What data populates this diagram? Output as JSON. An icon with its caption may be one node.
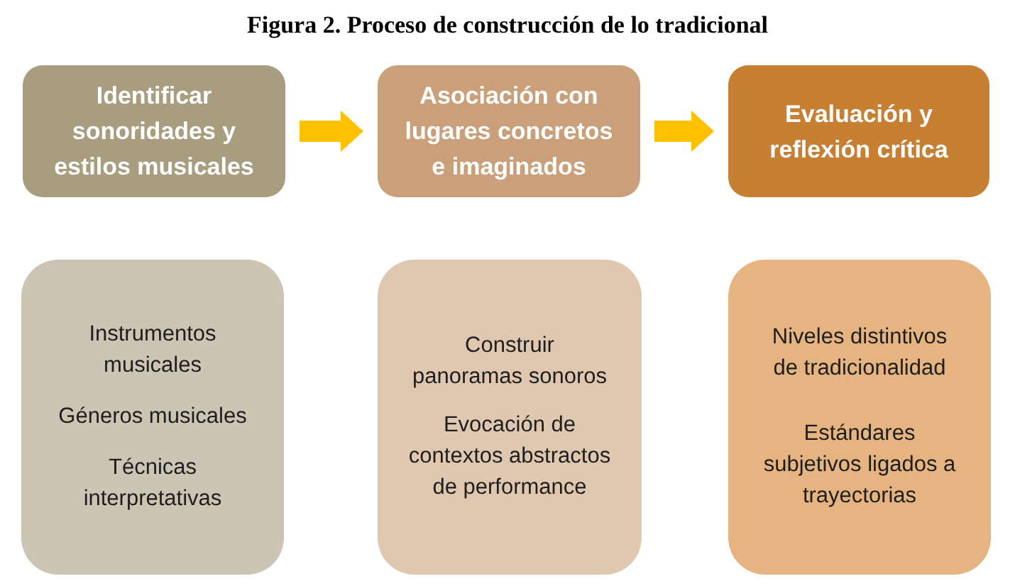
{
  "diagram": {
    "title": "Figura 2. Proceso de construcción de lo tradicional",
    "nodes": [
      {
        "text": [
          "Identificar sonoridades y estilos musicales"
        ]
      },
      {
        "text": [
          "Asociación con lugares concretos e imaginados"
        ]
      },
      {
        "text": [
          "Evaluación y reflexión crítica"
        ]
      },
      {
        "text": [
          "Instrumentos musicales",
          "Géneros musicales",
          "Técnicas interpretativas"
        ]
      },
      {
        "text": [
          "Construir panoramas sonoros",
          "Evocación de contextos abstractos de performance"
        ]
      },
      {
        "text": [
          "Niveles distintivos de tradicionalidad",
          "Estándares subjetivos ligados a trayectorias"
        ]
      }
    ],
    "edges": [
      {
        "from": 0,
        "to": 1,
        "arrow": "to"
      },
      {
        "from": 1,
        "to": 2,
        "arrow": "to"
      }
    ]
  }
}
